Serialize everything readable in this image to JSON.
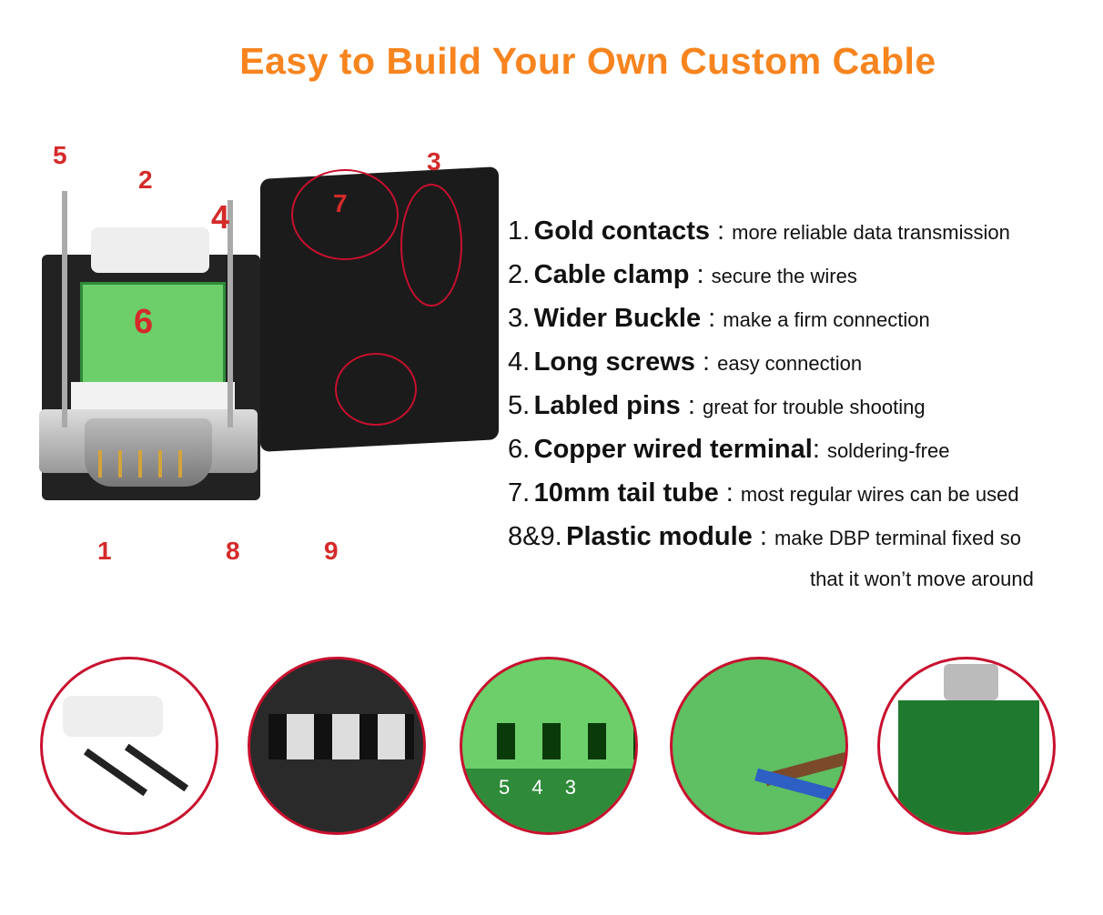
{
  "title": "Easy to Build Your Own Custom Cable",
  "photo_labels": [
    "1",
    "2",
    "3",
    "4",
    "5",
    "6",
    "7",
    "8",
    "9"
  ],
  "features": [
    {
      "num": "1.",
      "name": "Gold contacts",
      "sep": " : ",
      "desc": "more reliable data transmission"
    },
    {
      "num": "2.",
      "name": "Cable clamp",
      "sep": " : ",
      "desc": "secure the wires"
    },
    {
      "num": "3.",
      "name": "Wider Buckle",
      "sep": " : ",
      "desc": "make a firm connection"
    },
    {
      "num": "4.",
      "name": "Long screws",
      "sep": " : ",
      "desc": "easy connection"
    },
    {
      "num": "5.",
      "name": "Labled pins",
      "sep": " : ",
      "desc": "great for trouble shooting"
    },
    {
      "num": "6.",
      "name": "Copper wired terminal",
      "sep": ": ",
      "desc": "soldering-free"
    },
    {
      "num": "7.",
      "name": "10mm tail tube",
      "sep": " : ",
      "desc": "most regular wires can be used"
    },
    {
      "num": "8&9.",
      "name": "Plastic module",
      "sep": " : ",
      "desc": "make DBP terminal fixed so"
    }
  ],
  "features_continued": "that it won’t move around",
  "detail_pin_numbers": [
    "5",
    "4",
    "3"
  ],
  "colors": {
    "title": "#f7841e",
    "callout": "#c8102e",
    "pcb": "#2f8a3a",
    "terminal": "#6ccf6a"
  }
}
